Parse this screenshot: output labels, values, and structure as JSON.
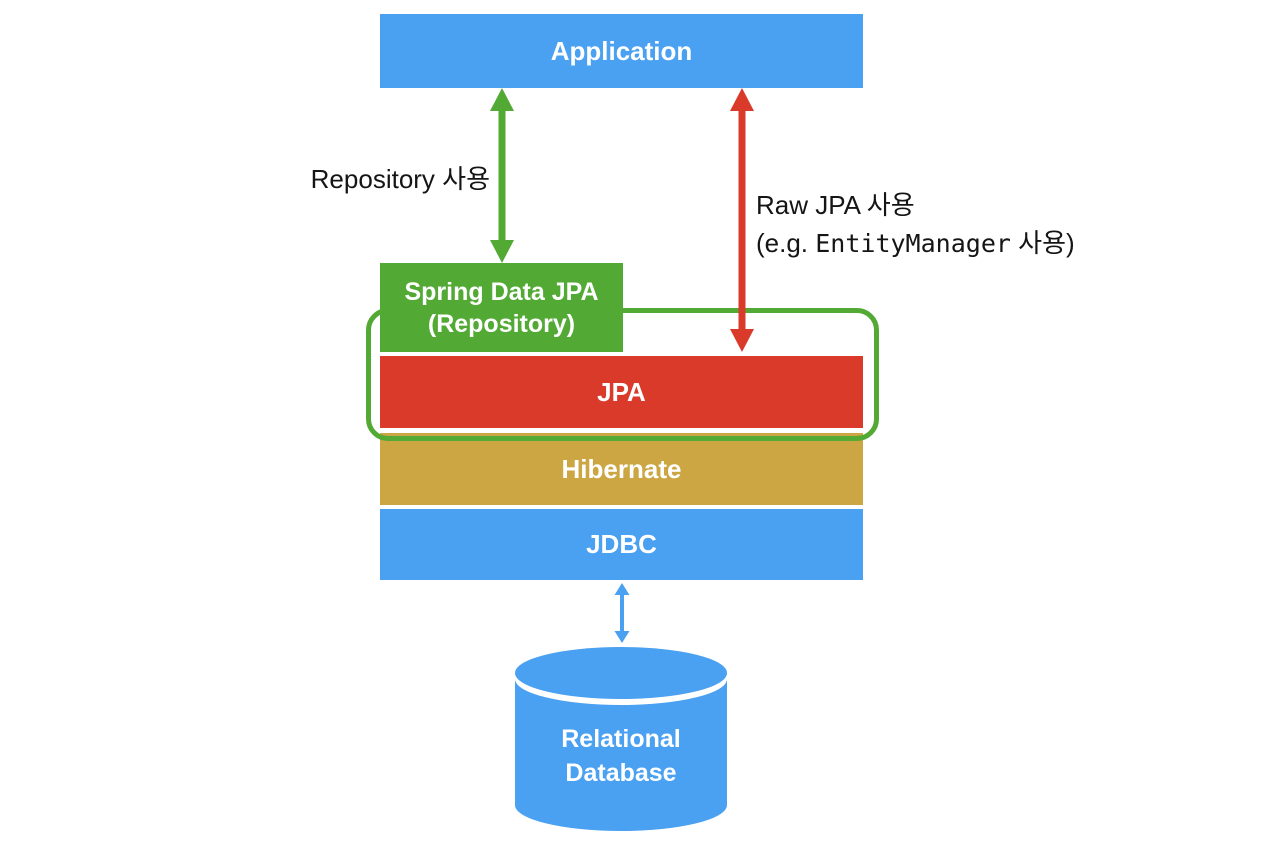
{
  "colors": {
    "blue": "#4aa0f1",
    "green": "#52a934",
    "red": "#d93a2a",
    "gold": "#cba642",
    "label_text": "#151515",
    "box_text": "#ffffff"
  },
  "boxes": {
    "application": {
      "label": "Application"
    },
    "spring_data_jpa": {
      "line1": "Spring Data JPA",
      "line2": "(Repository)"
    },
    "jpa": {
      "label": "JPA"
    },
    "hibernate": {
      "label": "Hibernate"
    },
    "jdbc": {
      "label": "JDBC"
    },
    "database": {
      "line1": "Relational",
      "line2": "Database"
    }
  },
  "labels": {
    "repository_usage": "Repository 사용",
    "raw_jpa_usage": "Raw JPA 사용",
    "raw_detail_prefix": "(e.g. ",
    "raw_detail_code": "EntityManager",
    "raw_detail_suffix": " 사용)"
  }
}
